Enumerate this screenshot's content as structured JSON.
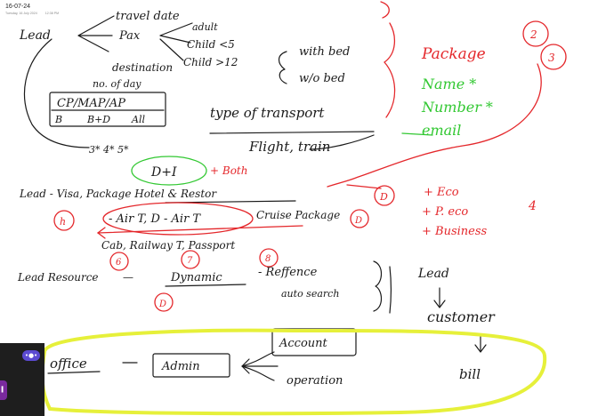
{
  "header": {
    "date": "16-07-24",
    "weekday_date": "Tuesday, 16 July 2024",
    "time": "12:38 PM"
  },
  "notes": {
    "lead": "Lead",
    "travel_date": "travel date",
    "pax": "Pax",
    "adult": "adult",
    "child_lt5": "Child <5",
    "child_gt12": "Child >12",
    "with_bed": "with bed",
    "wo_bed": "w/o bed",
    "destination": "destination",
    "no_of_days": "no. of day",
    "plans": "CP/MAP/AP",
    "meal_b": "B",
    "meal_bd": "B+D",
    "meal_all": "All",
    "stars": "3*   4*   5*",
    "transport_type": "type of transport",
    "flight_train": "Flight, train",
    "package_title": "Package",
    "package_name": "Name *",
    "package_number": "Number *",
    "package_email": "email",
    "circle_2": "2",
    "circle_3": "3",
    "d_plus_i": "D+I",
    "both": "+ Both",
    "lead_services": "Lead - Visa, Package   Hotel & Restor",
    "circle_d_top": "D",
    "eco": "+ Eco",
    "p_eco": "+ P. eco",
    "business": "+ Business",
    "num_4": "4",
    "circle_h": "h",
    "air": "- Air T, D - Air T",
    "cruise": "Cruise Package",
    "circle_d_mid": "D",
    "cab_line": "Cab, Railway T, Passport",
    "circle_6": "6",
    "circle_7": "7",
    "circle_8": "8",
    "lead_resource": "Lead Resource",
    "dynamic": "Dynamic",
    "reference": "- Reffence",
    "auto_search": "auto search",
    "circle_d_low": "D",
    "lead_right": "Lead",
    "customer": "customer",
    "account": "Account",
    "office": "office",
    "admin": "Admin",
    "operation": "operation",
    "bill": "bill"
  }
}
